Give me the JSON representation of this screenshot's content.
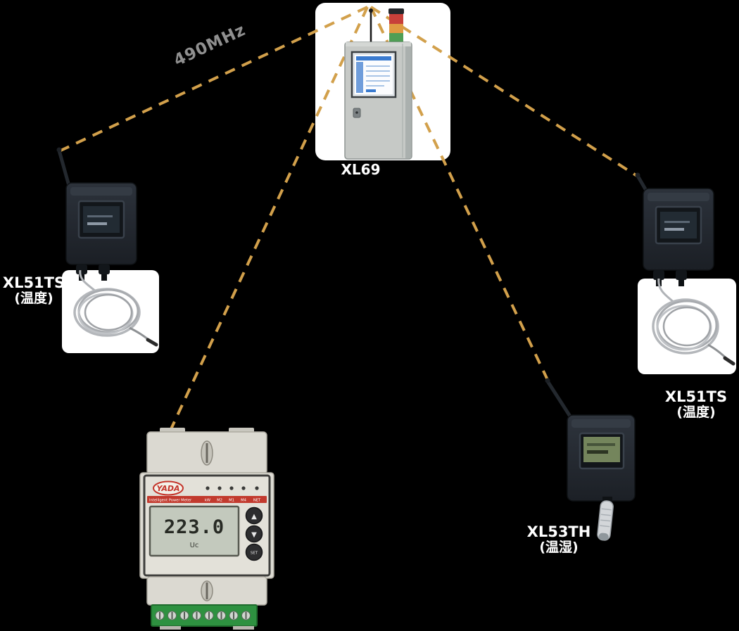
{
  "background": "#000000",
  "link": {
    "color": "#d2a04b",
    "frequency_label": "490MHz"
  },
  "labels": {
    "xl69": "XL69",
    "xl51ts_left": {
      "model": "XL51TS",
      "type": "(温度)"
    },
    "xl51ts_right": {
      "model": "XL51TS",
      "type": "(温度)"
    },
    "xl53th": {
      "model": "XL53TH",
      "type": "(温湿)"
    }
  },
  "power_meter": {
    "brand": "YADA",
    "strip_label": "Intelligent Power Meter",
    "indicators": [
      "kW",
      "M2",
      "M1",
      "M4",
      "NET"
    ],
    "display_value": "223.0",
    "display_unit": "Uc",
    "buttons": {
      "up": "▲",
      "down": "▼",
      "set": "SET"
    }
  }
}
